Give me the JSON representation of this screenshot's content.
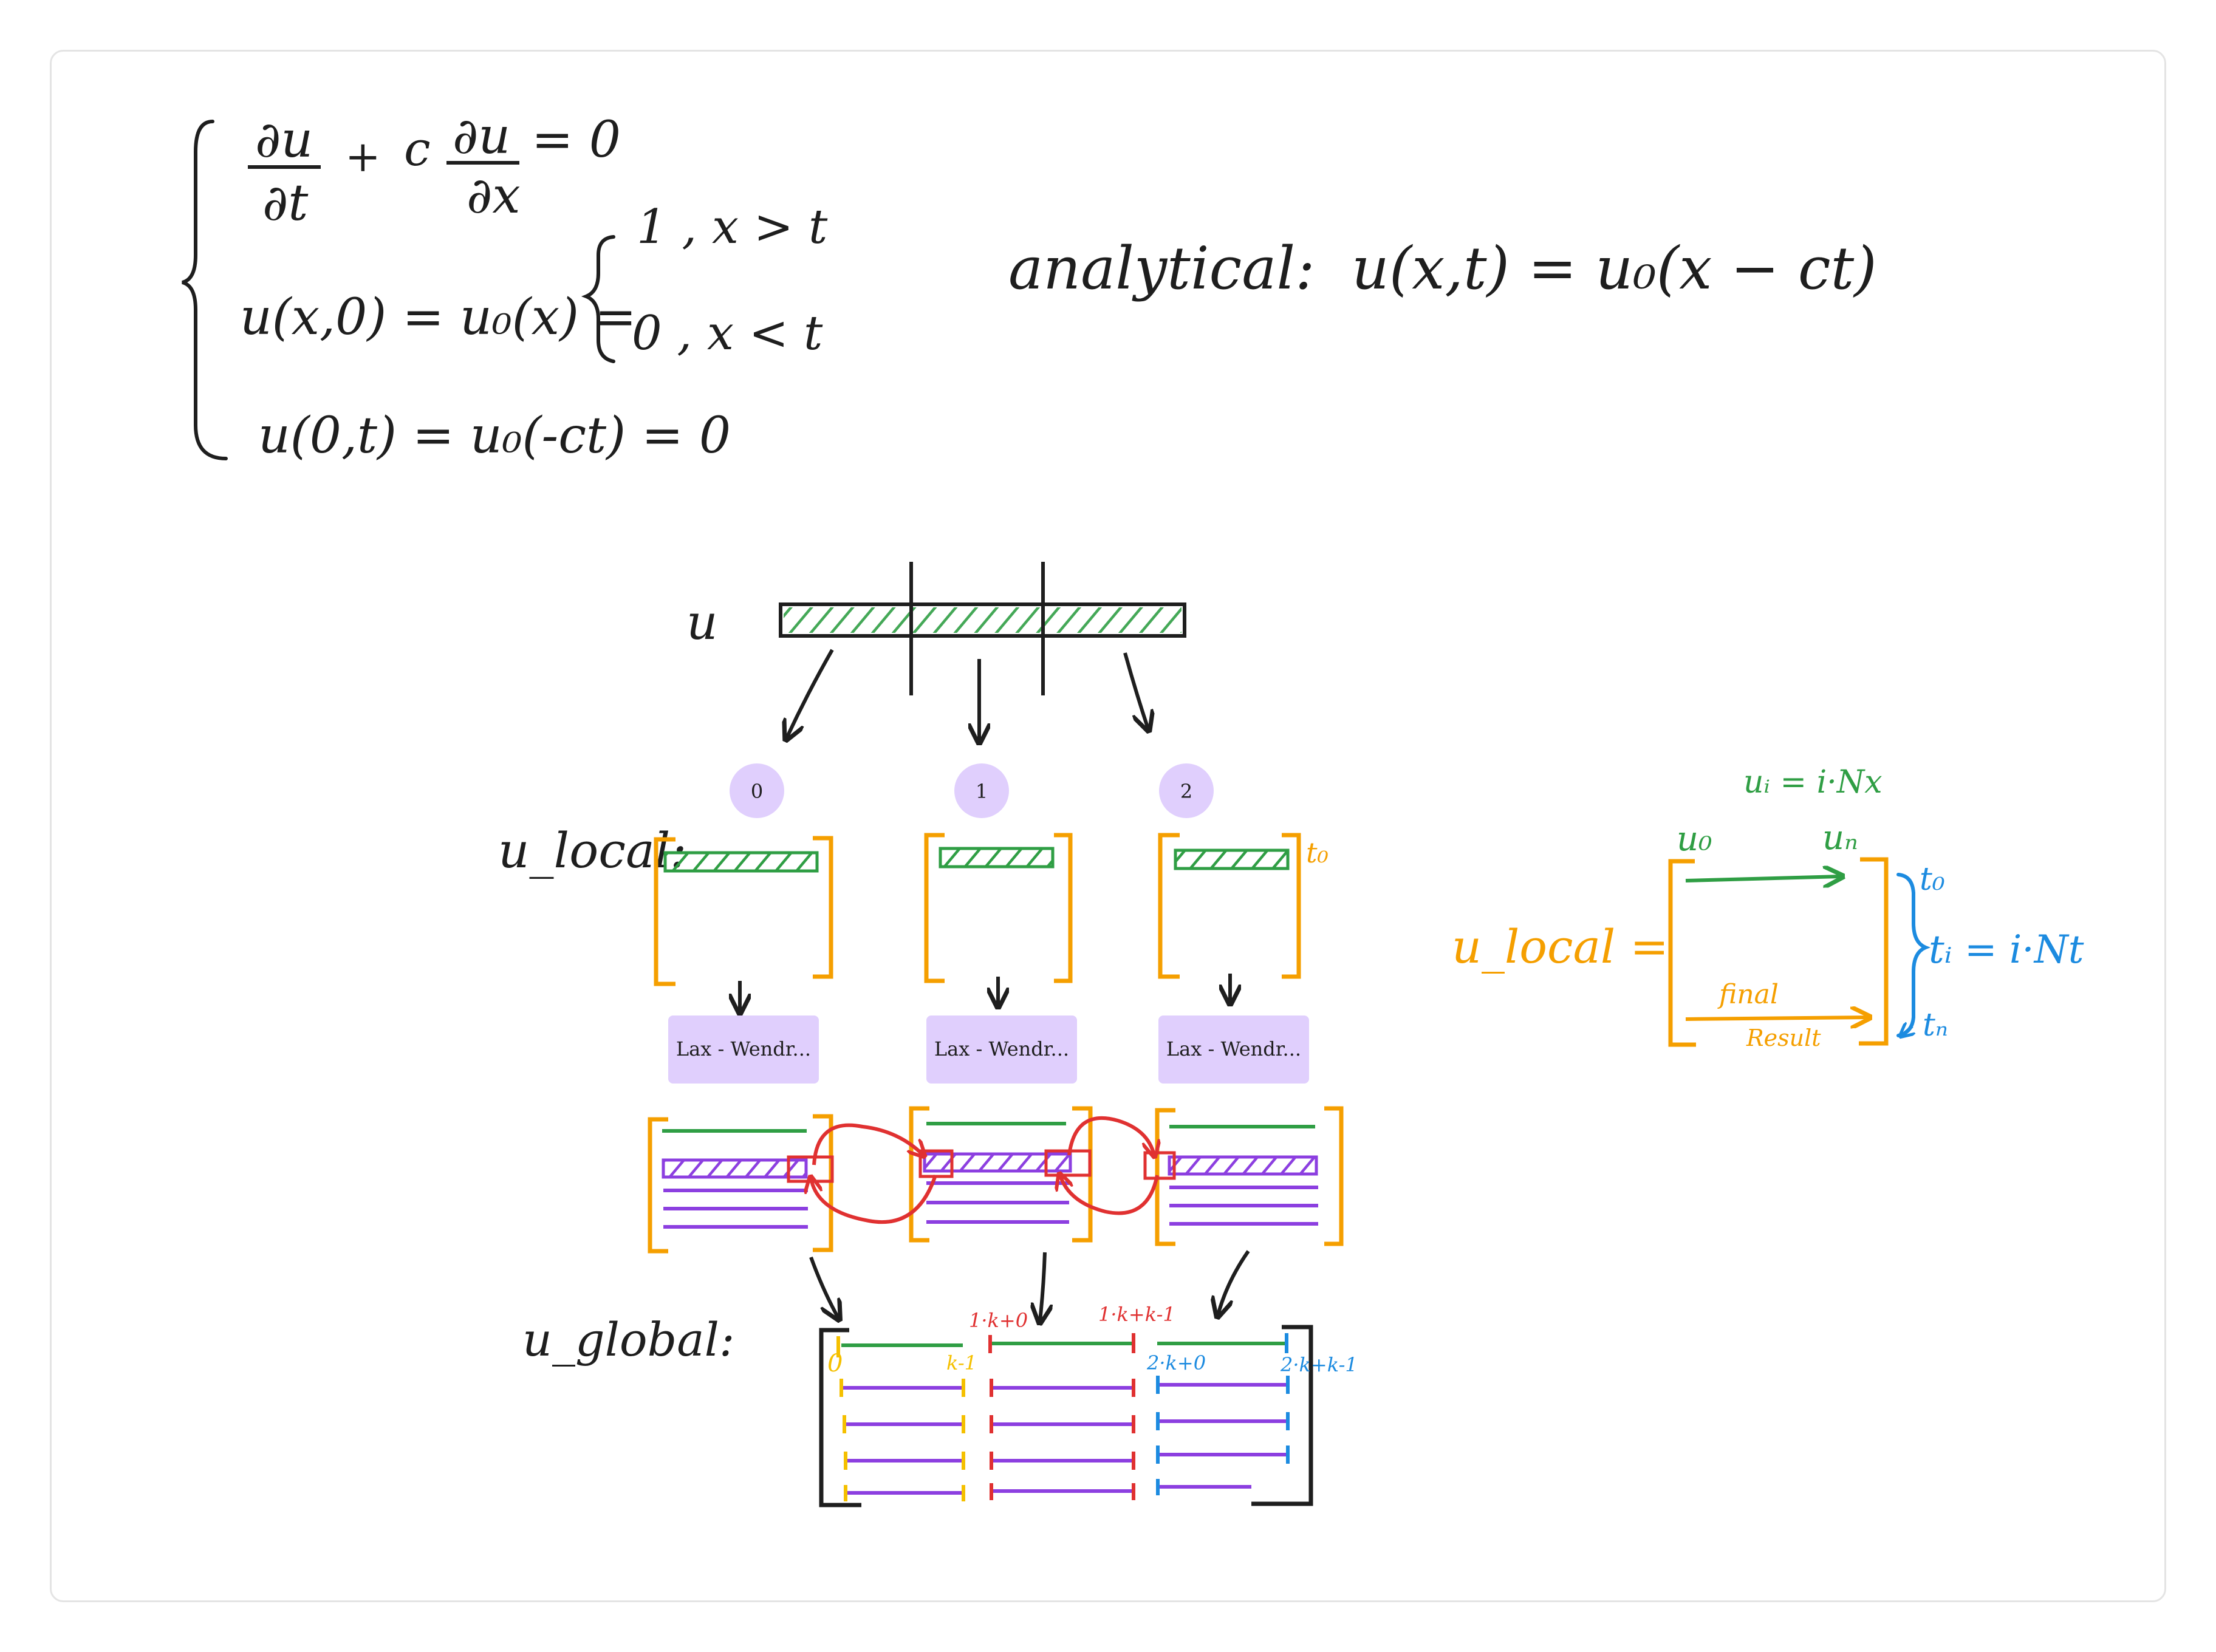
{
  "canvas": {
    "equations": {
      "pde": "∂u/∂t + c ∂u/∂x = 0",
      "pde_parts": {
        "dudt_top": "∂u",
        "dudt_bottom": "∂t",
        "plus": "+",
        "c": "c",
        "dudx_top": "∂u",
        "dudx_bottom": "∂x",
        "eq0": "= 0"
      },
      "initial_condition_lhs": "u(x,0) = u₀(x) =",
      "ic_case1": "1 ,  x > t",
      "ic_case2": "0 ,  x < t",
      "boundary": "u(0,t) = u₀(-ct) = 0",
      "analytical_label": "analytical:",
      "analytical_formula": "u(x,t) = u₀(x − ct)"
    },
    "domain_label": "u",
    "process_labels": [
      "0",
      "1",
      "2"
    ],
    "u_local_label": "u_local:",
    "time_marker": "t₀",
    "solver_nodes": [
      "Lax - Wendr...",
      "Lax - Wendr...",
      "Lax - Wendr..."
    ],
    "u_global_label": "u_global:",
    "global_indices": {
      "zero": "0",
      "k_minus_1": "k-1",
      "one_k_0": "1·k+0",
      "one_k_k_1": "1·k+k-1",
      "two_k_0": "2·k+0",
      "two_k_k_1": "2·k+k-1"
    },
    "legend": {
      "ui_formula": "uᵢ = i·Nx",
      "u0": "u₀",
      "un": "uₙ",
      "u_local_eq": "u_local =",
      "t0": "t₀",
      "ti_formula": "tᵢ = i·Nt",
      "tn": "tₙ",
      "final": "final",
      "result": "Result"
    },
    "colors": {
      "ink": "#1e1e1e",
      "green": "#2f9e44",
      "orange": "#f59f00",
      "purple": "#8c3fe0",
      "red": "#e03131",
      "blue": "#1c8be0",
      "yellow": "#f5c000",
      "node_fill": "#e0cffd"
    }
  }
}
